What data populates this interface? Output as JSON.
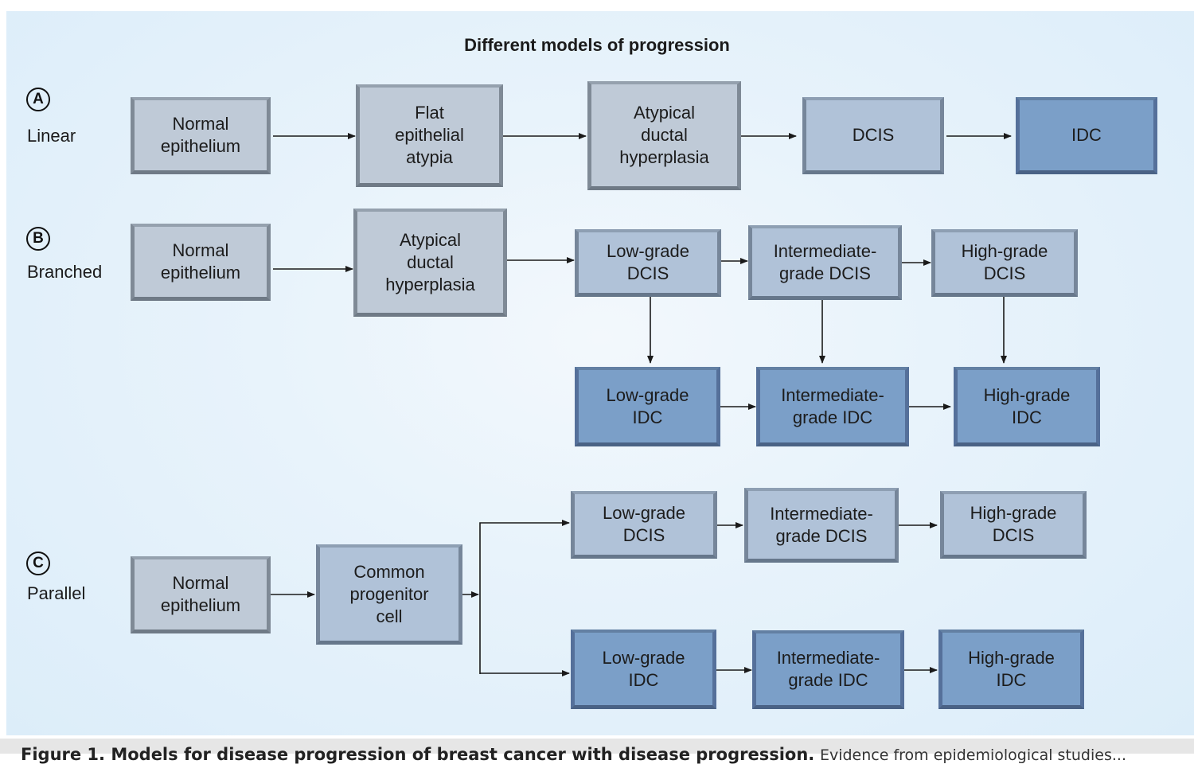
{
  "title": "Different models of progression",
  "models": [
    {
      "letter": "A",
      "label": "Linear",
      "boxes": [
        {
          "id": "a1",
          "text": "Normal\nepithelium",
          "style": "grey"
        },
        {
          "id": "a2",
          "text": "Flat\nepithelial\natypia",
          "style": "grey"
        },
        {
          "id": "a3",
          "text": "Atypical\nductal\nhyperplasia",
          "style": "grey"
        },
        {
          "id": "a4",
          "text": "DCIS",
          "style": "light"
        },
        {
          "id": "a5",
          "text": "IDC",
          "style": "dark"
        }
      ],
      "edges": [
        [
          "a1",
          "a2"
        ],
        [
          "a2",
          "a3"
        ],
        [
          "a3",
          "a4"
        ],
        [
          "a4",
          "a5"
        ]
      ]
    },
    {
      "letter": "B",
      "label": "Branched",
      "boxes": [
        {
          "id": "b1",
          "text": "Normal\nepithelium",
          "style": "grey"
        },
        {
          "id": "b2",
          "text": "Atypical\nductal\nhyperplasia",
          "style": "grey"
        },
        {
          "id": "b3",
          "text": "Low-grade\nDCIS",
          "style": "light"
        },
        {
          "id": "b4",
          "text": "Intermediate-\ngrade DCIS",
          "style": "light"
        },
        {
          "id": "b5",
          "text": "High-grade\nDCIS",
          "style": "light"
        },
        {
          "id": "b6",
          "text": "Low-grade\nIDC",
          "style": "dark"
        },
        {
          "id": "b7",
          "text": "Intermediate-\ngrade IDC",
          "style": "dark"
        },
        {
          "id": "b8",
          "text": "High-grade\nIDC",
          "style": "dark"
        }
      ],
      "edges": [
        [
          "b1",
          "b2"
        ],
        [
          "b2",
          "b3"
        ],
        [
          "b3",
          "b4"
        ],
        [
          "b4",
          "b5"
        ],
        [
          "b3",
          "b6"
        ],
        [
          "b4",
          "b7"
        ],
        [
          "b5",
          "b8"
        ],
        [
          "b6",
          "b7"
        ],
        [
          "b7",
          "b8"
        ]
      ]
    },
    {
      "letter": "C",
      "label": "Parallel",
      "boxes": [
        {
          "id": "c1",
          "text": "Normal\nepithelium",
          "style": "grey"
        },
        {
          "id": "c2",
          "text": "Common\nprogenitor\ncell",
          "style": "light"
        },
        {
          "id": "c3",
          "text": "Low-grade\nDCIS",
          "style": "light"
        },
        {
          "id": "c4",
          "text": "Intermediate-\ngrade DCIS",
          "style": "light"
        },
        {
          "id": "c5",
          "text": "High-grade\nDCIS",
          "style": "light"
        },
        {
          "id": "c6",
          "text": "Low-grade\nIDC",
          "style": "dark"
        },
        {
          "id": "c7",
          "text": "Intermediate-\ngrade IDC",
          "style": "dark"
        },
        {
          "id": "c8",
          "text": "High-grade\nIDC",
          "style": "dark"
        }
      ],
      "edges": [
        [
          "c1",
          "c2"
        ],
        [
          "c2",
          "c3"
        ],
        [
          "c2",
          "c6"
        ],
        [
          "c3",
          "c4"
        ],
        [
          "c4",
          "c5"
        ],
        [
          "c6",
          "c7"
        ],
        [
          "c7",
          "c8"
        ]
      ]
    }
  ],
  "caption": {
    "bold": "Figure 1. Models for disease progression of breast cancer with disease progression.",
    "rest": "Evidence from epidemiological studies..."
  },
  "colors": {
    "box_grey": "#bfcad7",
    "box_light_blue": "#b0c2d8",
    "box_dark_blue": "#7b9fc8",
    "arrow": "#1a1a1a",
    "background": "#dcedf9"
  }
}
